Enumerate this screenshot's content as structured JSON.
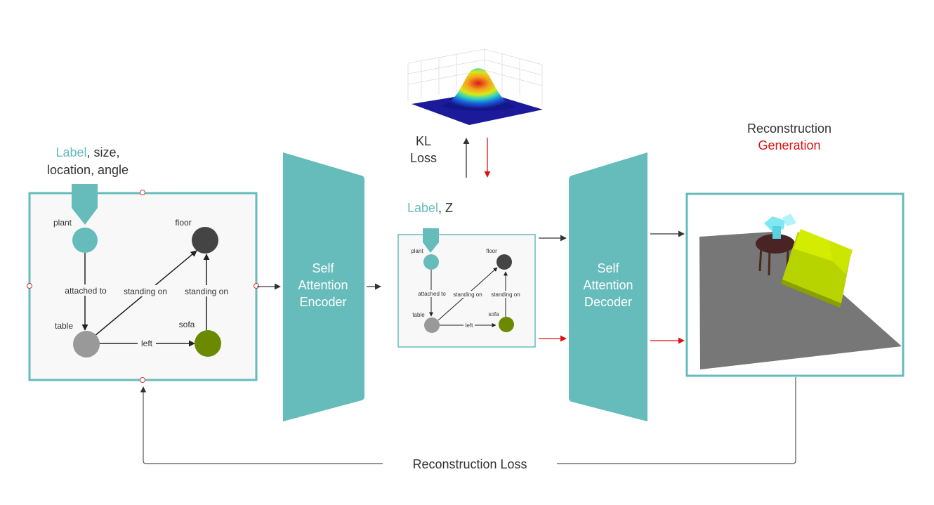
{
  "colors": {
    "teal": "#66bbbb",
    "red": "#dd1111",
    "text": "#333333",
    "node_gray": "#999999",
    "node_dark": "#444444",
    "node_olive": "#6b8a00"
  },
  "input_attrs": {
    "label": "Label",
    "rest": ", size,",
    "line2": "location, angle"
  },
  "latent_attrs": {
    "label": "Label",
    "rest": ", Z"
  },
  "kl_loss": {
    "line1": "KL",
    "line2": "Loss"
  },
  "encoder": {
    "line1": "Self",
    "line2": "Attention",
    "line3": "Encoder"
  },
  "decoder": {
    "line1": "Self",
    "line2": "Attention",
    "line3": "Decoder"
  },
  "output": {
    "reconstruction": "Reconstruction",
    "generation": "Generation"
  },
  "reconstruction_loss": "Reconstruction Loss",
  "graph": {
    "nodes": {
      "plant": "plant",
      "floor": "floor",
      "table": "table",
      "sofa": "sofa"
    },
    "edges": {
      "attached_to": "attached to",
      "standing_on_1": "standing on",
      "standing_on_2": "standing on",
      "left": "left"
    }
  },
  "small_graph": {
    "nodes": {
      "plant": "plant",
      "floor": "floor",
      "table": "table",
      "sofa": "sofa"
    },
    "edges": {
      "attached_to": "attached to",
      "standing_on_1": "standing on",
      "standing_on_2": "standing on",
      "left": "left"
    }
  },
  "gaussian_icon": "gaussian-surface-plot",
  "render_icon": "3d-scene-render"
}
